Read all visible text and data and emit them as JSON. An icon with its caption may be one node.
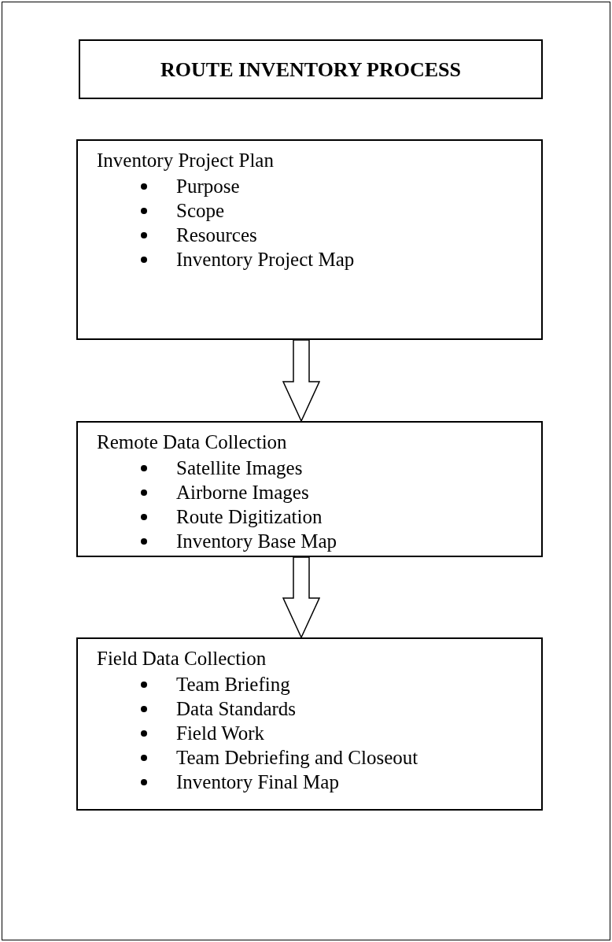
{
  "diagram": {
    "title": "ROUTE INVENTORY PROCESS",
    "nodes": [
      {
        "text": [
          "Inventory Project Plan",
          "Purpose",
          "Scope",
          "Resources",
          "Inventory Project Map"
        ]
      },
      {
        "text": [
          "Remote Data Collection",
          "Satellite Images",
          "Airborne Images",
          "Route Digitization",
          "Inventory Base Map"
        ]
      },
      {
        "text": [
          "Field Data Collection",
          "Team Briefing",
          "Data Standards",
          "Field Work",
          "Team Debriefing and Closeout",
          "Inventory Final Map"
        ]
      }
    ],
    "edges": [
      {
        "from": 0,
        "to": 1,
        "arrow": "to"
      },
      {
        "from": 1,
        "to": 2,
        "arrow": "to"
      }
    ]
  }
}
